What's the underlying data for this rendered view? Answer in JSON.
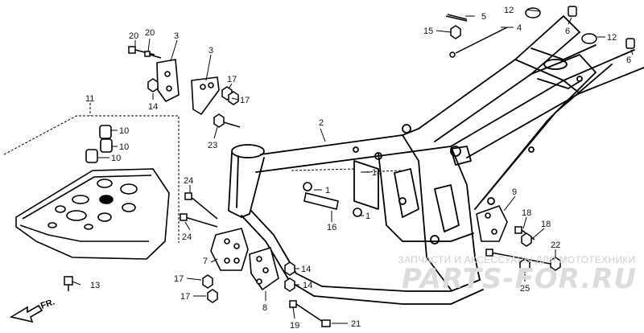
{
  "callouts": [
    {
      "label": "20"
    },
    {
      "label": "20"
    },
    {
      "label": "3"
    },
    {
      "label": "14"
    },
    {
      "label": "3"
    },
    {
      "label": "17"
    },
    {
      "label": "17"
    },
    {
      "label": "5"
    },
    {
      "label": "12"
    },
    {
      "label": "6"
    },
    {
      "label": "15"
    },
    {
      "label": "4"
    },
    {
      "label": "12"
    },
    {
      "label": "6"
    },
    {
      "label": "11"
    },
    {
      "label": "10"
    },
    {
      "label": "10"
    },
    {
      "label": "10"
    },
    {
      "label": "2"
    },
    {
      "label": "23"
    },
    {
      "label": "14"
    },
    {
      "label": "1"
    },
    {
      "label": "16"
    },
    {
      "label": "1"
    },
    {
      "label": "24"
    },
    {
      "label": "24"
    },
    {
      "label": "9"
    },
    {
      "label": "18"
    },
    {
      "label": "18"
    },
    {
      "label": "22"
    },
    {
      "label": "7"
    },
    {
      "label": "14"
    },
    {
      "label": "14"
    },
    {
      "label": "17"
    },
    {
      "label": "17"
    },
    {
      "label": "13"
    },
    {
      "label": "8"
    },
    {
      "label": "19"
    },
    {
      "label": "21"
    },
    {
      "label": "25"
    }
  ],
  "direction_marker": {
    "label": "FR.",
    "icon": "front-arrow-icon"
  },
  "watermark": {
    "text": "ЗАПЧАСТИ И АКСЕССУАРЫ ДЛЯ МОТОТЕХНИКИ",
    "logo": "PARTS-FOR.RU",
    "color": "#d9d9d9"
  }
}
